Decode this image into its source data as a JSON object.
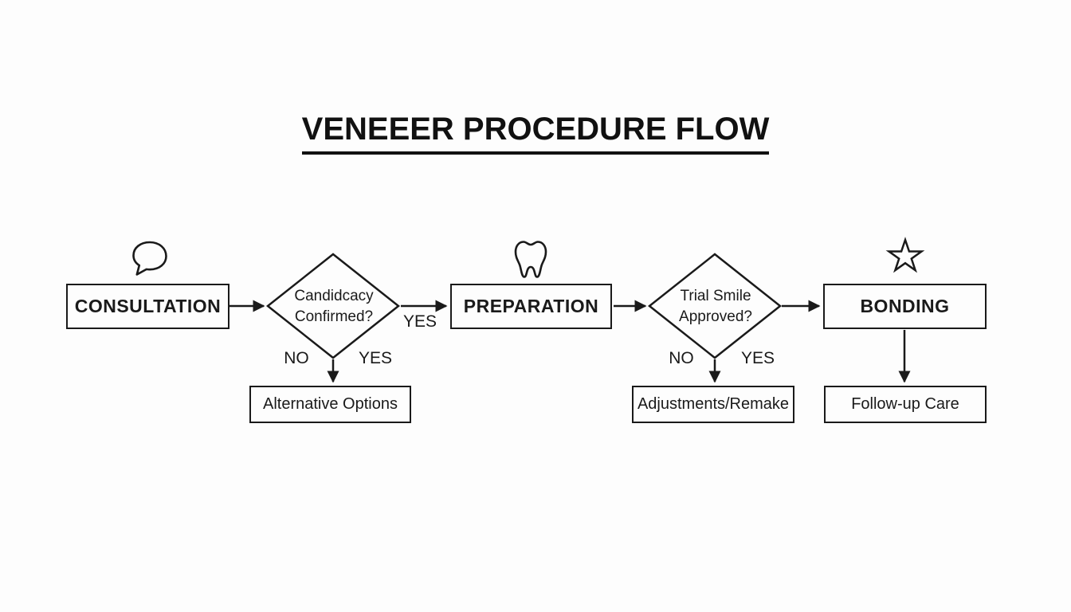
{
  "title": "VENEEER PROCEDURE FLOW",
  "colors": {
    "background": "#fdfdfd",
    "line": "#1a1a1a",
    "text": "#1a1a1a"
  },
  "flow": {
    "steps": [
      {
        "label": "CONSULTATION",
        "icon": "speech-bubble-icon"
      },
      {
        "label": "PREPARATION",
        "icon": "tooth-icon"
      },
      {
        "label": "BONDING",
        "icon": "star-icon"
      }
    ],
    "decisions": [
      {
        "question": "Candidcacy\nConfirmed?",
        "right_branch_label": "YES",
        "no_label": "NO",
        "yes_label": "YES"
      },
      {
        "question": "Trial Smile\nApproved?",
        "no_label": "NO",
        "yes_label": "YES"
      }
    ],
    "outcomes": [
      {
        "label": "Alternative Options"
      },
      {
        "label": "Adjustments/Remake"
      },
      {
        "label": "Follow-up Care"
      }
    ]
  }
}
